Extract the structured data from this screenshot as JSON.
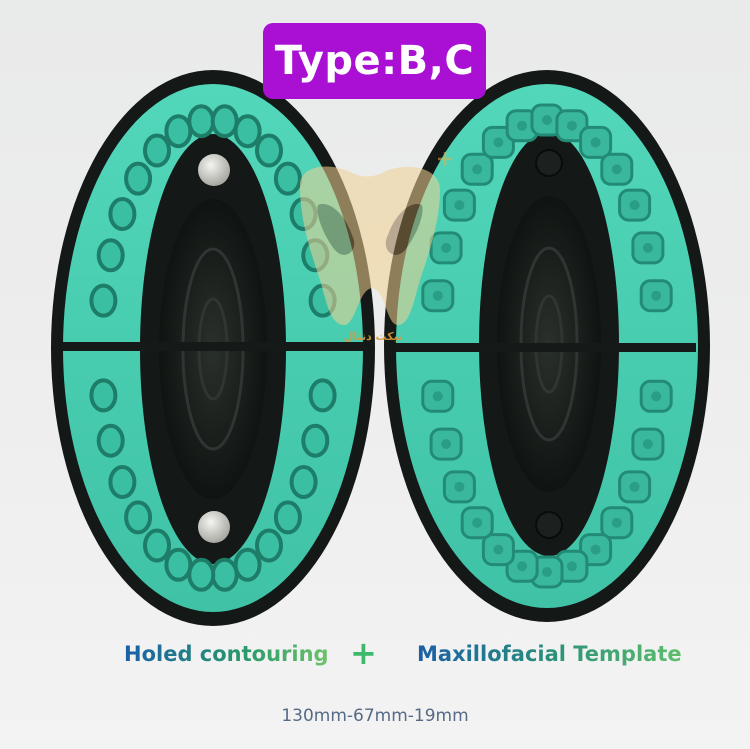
{
  "badge": {
    "text": "Type:B,C",
    "color": "#a910d3"
  },
  "watermark": {
    "text": "تیکت دنتال",
    "icon": "tooth-logo-icon"
  },
  "captions": {
    "left": "Holed contouring",
    "plus": "+",
    "right": "Maxillofacial Template"
  },
  "dimensions": "130mm-67mm-19mm",
  "colors": {
    "silicone": "#47cdb1",
    "silicone_dark": "#2fa68f",
    "frame": "#151917",
    "magnet": "#d9d9d4"
  }
}
